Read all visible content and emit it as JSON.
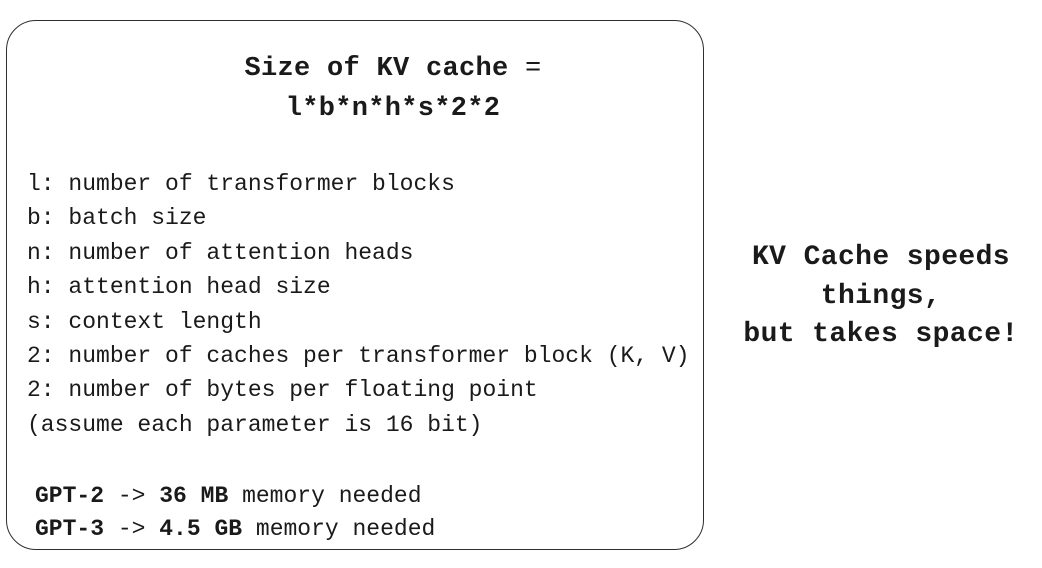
{
  "colors": {
    "background": "#ffffff",
    "text": "#1a1a1a",
    "border": "#2e2e2e"
  },
  "box": {
    "title": "Size of KV cache",
    "equals_sign": "=",
    "formula": "l*b*n*h*s*2*2",
    "definitions": [
      "l: number of transformer blocks",
      "b: batch size",
      "n: number of attention heads",
      "h: attention head size",
      "s: context length",
      "2: number of caches per transformer block (K, V)",
      "2: number of bytes per floating point",
      "(assume each parameter is 16 bit)"
    ],
    "examples": [
      {
        "model": "GPT-2",
        "arrow": "->",
        "amount": "36 MB",
        "note": "memory needed"
      },
      {
        "model": "GPT-3",
        "arrow": "->",
        "amount": "4.5 GB",
        "note": "memory needed"
      }
    ]
  },
  "side_note": {
    "line1": "KV Cache speeds",
    "line2": "things,",
    "line3": "but takes space!"
  }
}
